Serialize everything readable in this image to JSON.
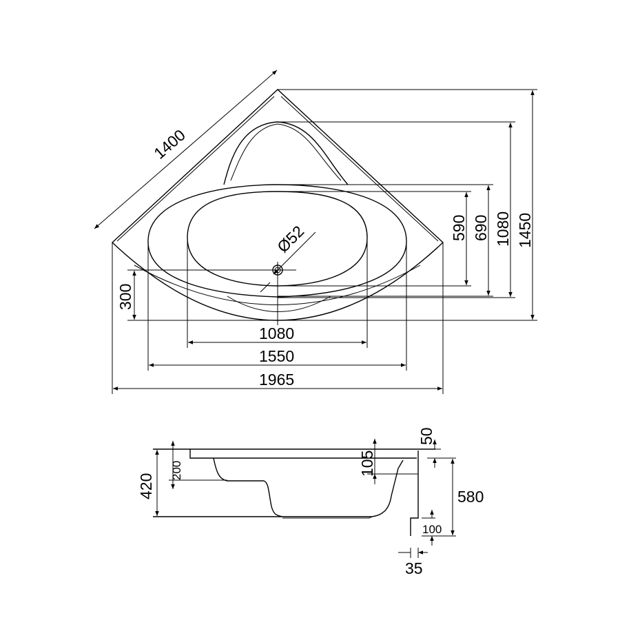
{
  "top_view": {
    "diagonal_side": "1400",
    "drain_diameter": "Ø52",
    "drain_offset": "300",
    "inner_width": "1080",
    "basin_width": "1550",
    "overall_width": "1965",
    "depth_590": "590",
    "depth_690": "690",
    "depth_1080": "1080",
    "overall_depth": "1450"
  },
  "side_view": {
    "total_height": "420",
    "seat_height": "200",
    "rim_to_ledge": "105",
    "rim_thickness": "50",
    "apron_height": "580",
    "apron_gap": "100",
    "apron_offset": "35"
  },
  "colors": {
    "line": "#000000",
    "background": "#ffffff"
  }
}
